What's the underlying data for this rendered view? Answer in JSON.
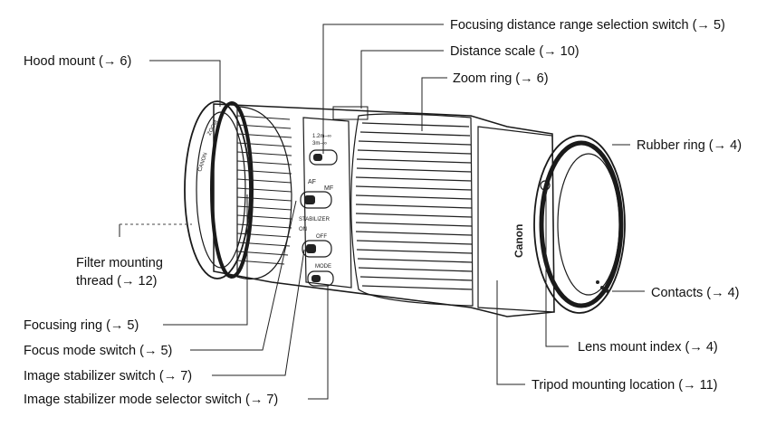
{
  "labels": {
    "hood_mount": "Hood mount (→ 6)",
    "focus_range": "Focusing distance range selection switch (→ 5)",
    "distance_scale": "Distance scale (→ 10)",
    "zoom_ring": "Zoom ring (→ 6)",
    "rubber_ring": "Rubber ring (→ 4)",
    "filter_thread_1": "Filter mounting",
    "filter_thread_2": "thread (→ 12)",
    "contacts": "Contacts (→ 4)",
    "focusing_ring": "Focusing ring (→ 5)",
    "lens_mount_index": "Lens mount index (→ 4)",
    "focus_mode_switch": "Focus mode switch (→ 5)",
    "image_stabilizer_switch": "Image stabilizer switch (→ 7)",
    "tripod_mount": "Tripod mounting location (→ 11)",
    "stabilizer_mode_switch": "Image stabilizer mode selector switch (→ 7)"
  },
  "lens_markings": {
    "brand": "Canon",
    "front_brand": "CANON",
    "front_zoom": "ZOOM",
    "range_top": "1.2m–∞",
    "range_bottom": "3m–∞",
    "af": "AF",
    "mf": "MF",
    "stabilizer": "STABILIZER",
    "on": "ON",
    "off": "OFF",
    "mode": "MODE"
  }
}
